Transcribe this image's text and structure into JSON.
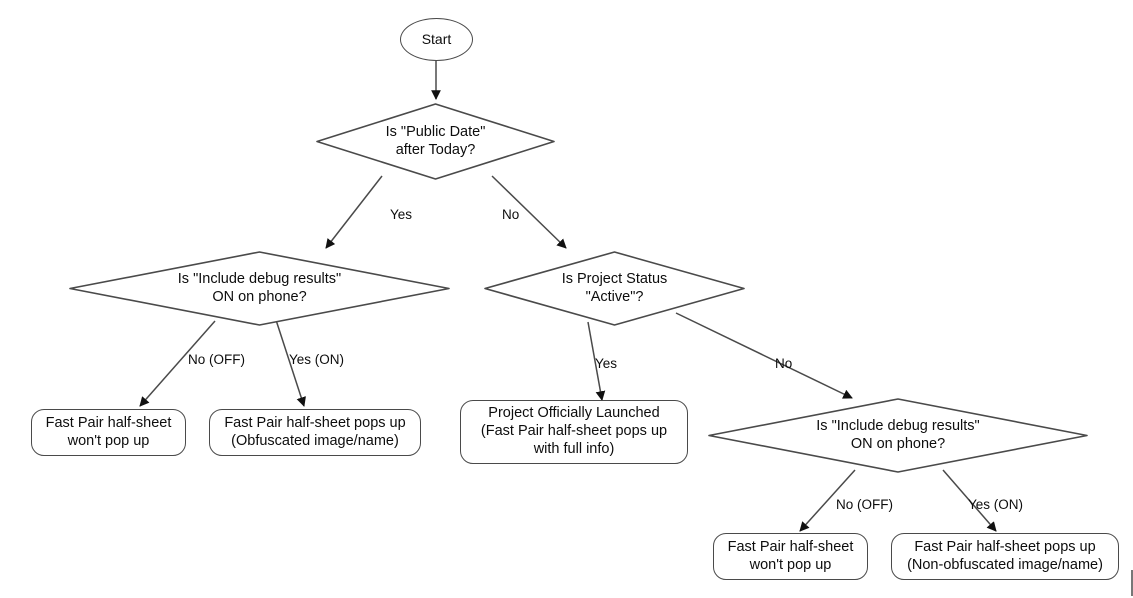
{
  "diagram": {
    "title": "Fast Pair half-sheet visibility decision flow",
    "stroke_color": "#4a4a4a",
    "text_color": "#0d0d0d",
    "background": "#ffffff"
  },
  "nodes": {
    "start": {
      "label": "Start",
      "shape": "terminator"
    },
    "public_date": {
      "label": "Is \"Public Date\"\nafter Today?",
      "shape": "decision"
    },
    "debug_left": {
      "label": "Is \"Include debug results\"\nON on phone?",
      "shape": "decision"
    },
    "project_status": {
      "label": "Is Project Status\n\"Active\"?",
      "shape": "decision"
    },
    "debug_right": {
      "label": "Is \"Include debug results\"\nON on phone?",
      "shape": "decision"
    },
    "left_off": {
      "label": "Fast Pair half-sheet\nwon't pop up",
      "shape": "process"
    },
    "left_on": {
      "label": "Fast Pair half-sheet pops up\n(Obfuscated image/name)",
      "shape": "process"
    },
    "launched": {
      "label": "Project Officially Launched\n(Fast Pair half-sheet pops up\nwith full info)",
      "shape": "process"
    },
    "right_off": {
      "label": "Fast Pair half-sheet\nwon't pop up",
      "shape": "process"
    },
    "right_on": {
      "label": "Fast Pair half-sheet pops up\n(Non-obfuscated image/name)",
      "shape": "process"
    }
  },
  "edge_labels": {
    "public_date_yes": "Yes",
    "public_date_no": "No",
    "debug_left_off": "No (OFF)",
    "debug_left_on": "Yes (ON)",
    "project_status_yes": "Yes",
    "project_status_no": "No",
    "debug_right_off": "No (OFF)",
    "debug_right_on": "Yes (ON)"
  }
}
